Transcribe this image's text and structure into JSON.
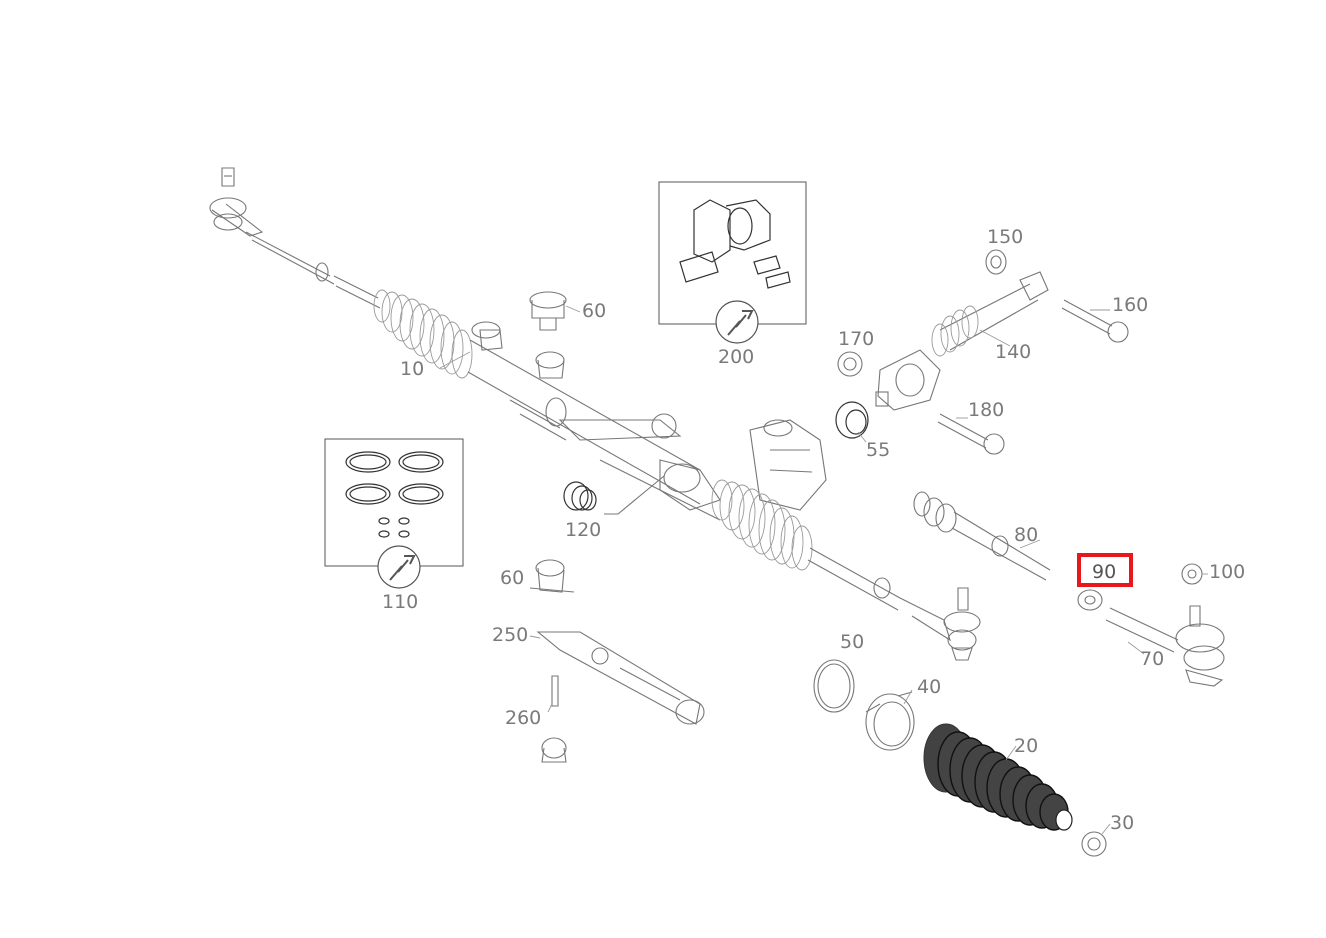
{
  "diagram": {
    "selected_part": "90",
    "highlight_color": "#e8171c",
    "label_color": "#7a7a7a",
    "parts": [
      {
        "id": "p10",
        "label": "10"
      },
      {
        "id": "p20",
        "label": "20"
      },
      {
        "id": "p30",
        "label": "30"
      },
      {
        "id": "p40",
        "label": "40"
      },
      {
        "id": "p50",
        "label": "50"
      },
      {
        "id": "p55",
        "label": "55"
      },
      {
        "id": "p60a",
        "label": "60"
      },
      {
        "id": "p60b",
        "label": "60"
      },
      {
        "id": "p70",
        "label": "70"
      },
      {
        "id": "p80",
        "label": "80"
      },
      {
        "id": "p90",
        "label": "90"
      },
      {
        "id": "p100",
        "label": "100"
      },
      {
        "id": "p110",
        "label": "110"
      },
      {
        "id": "p120",
        "label": "120"
      },
      {
        "id": "p140",
        "label": "140"
      },
      {
        "id": "p150",
        "label": "150"
      },
      {
        "id": "p160",
        "label": "160"
      },
      {
        "id": "p170",
        "label": "170"
      },
      {
        "id": "p180",
        "label": "180"
      },
      {
        "id": "p200",
        "label": "200"
      },
      {
        "id": "p250",
        "label": "250"
      },
      {
        "id": "p260",
        "label": "260"
      }
    ],
    "icons": {
      "kit_110": "wrench-icon",
      "kit_200": "wrench-icon"
    }
  }
}
